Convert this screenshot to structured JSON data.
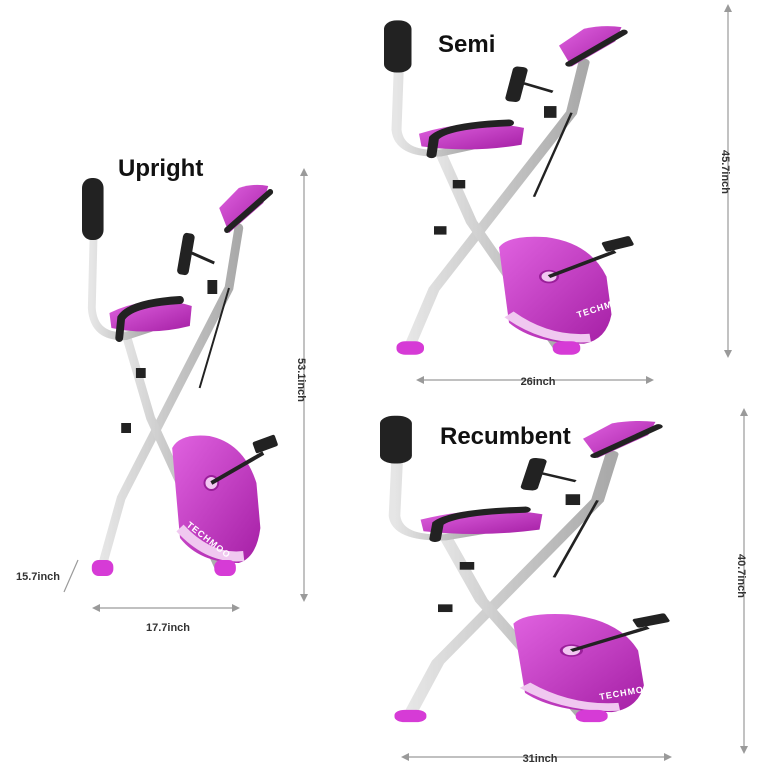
{
  "labels": {
    "upright": "Upright",
    "semi": "Semi",
    "recumbent": "Recumbent"
  },
  "dimensions": {
    "upright_depth": "15.7inch",
    "upright_width": "17.7inch",
    "upright_height": "53.1inch",
    "semi_width": "26inch",
    "semi_height": "45.7inch",
    "recumbent_width": "31inch",
    "recumbent_height": "40.7inch"
  },
  "brand": "TECHMOO",
  "colors": {
    "accent": "#c42fc4",
    "frame": "#c9c9c9",
    "dark": "#222222"
  }
}
